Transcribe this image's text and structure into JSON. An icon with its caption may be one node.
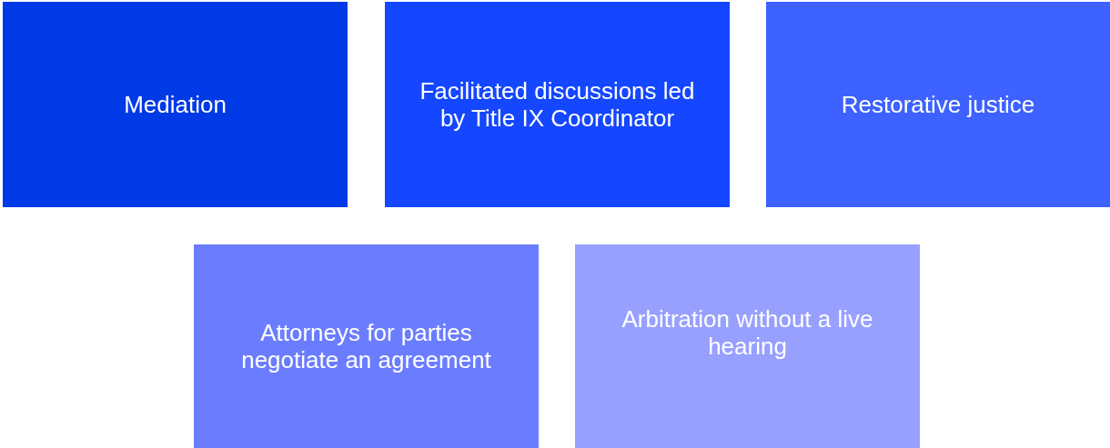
{
  "diagram": {
    "nodes": [
      {
        "text": [
          "Mediation"
        ]
      },
      {
        "text": [
          "Facilitated discussions led by Title IX Coordinator"
        ]
      },
      {
        "text": [
          "Restorative justice"
        ]
      },
      {
        "text": [
          "Attorneys for parties negotiate an agreement"
        ]
      },
      {
        "text": [
          "Arbitration without a live hearing"
        ]
      }
    ]
  }
}
